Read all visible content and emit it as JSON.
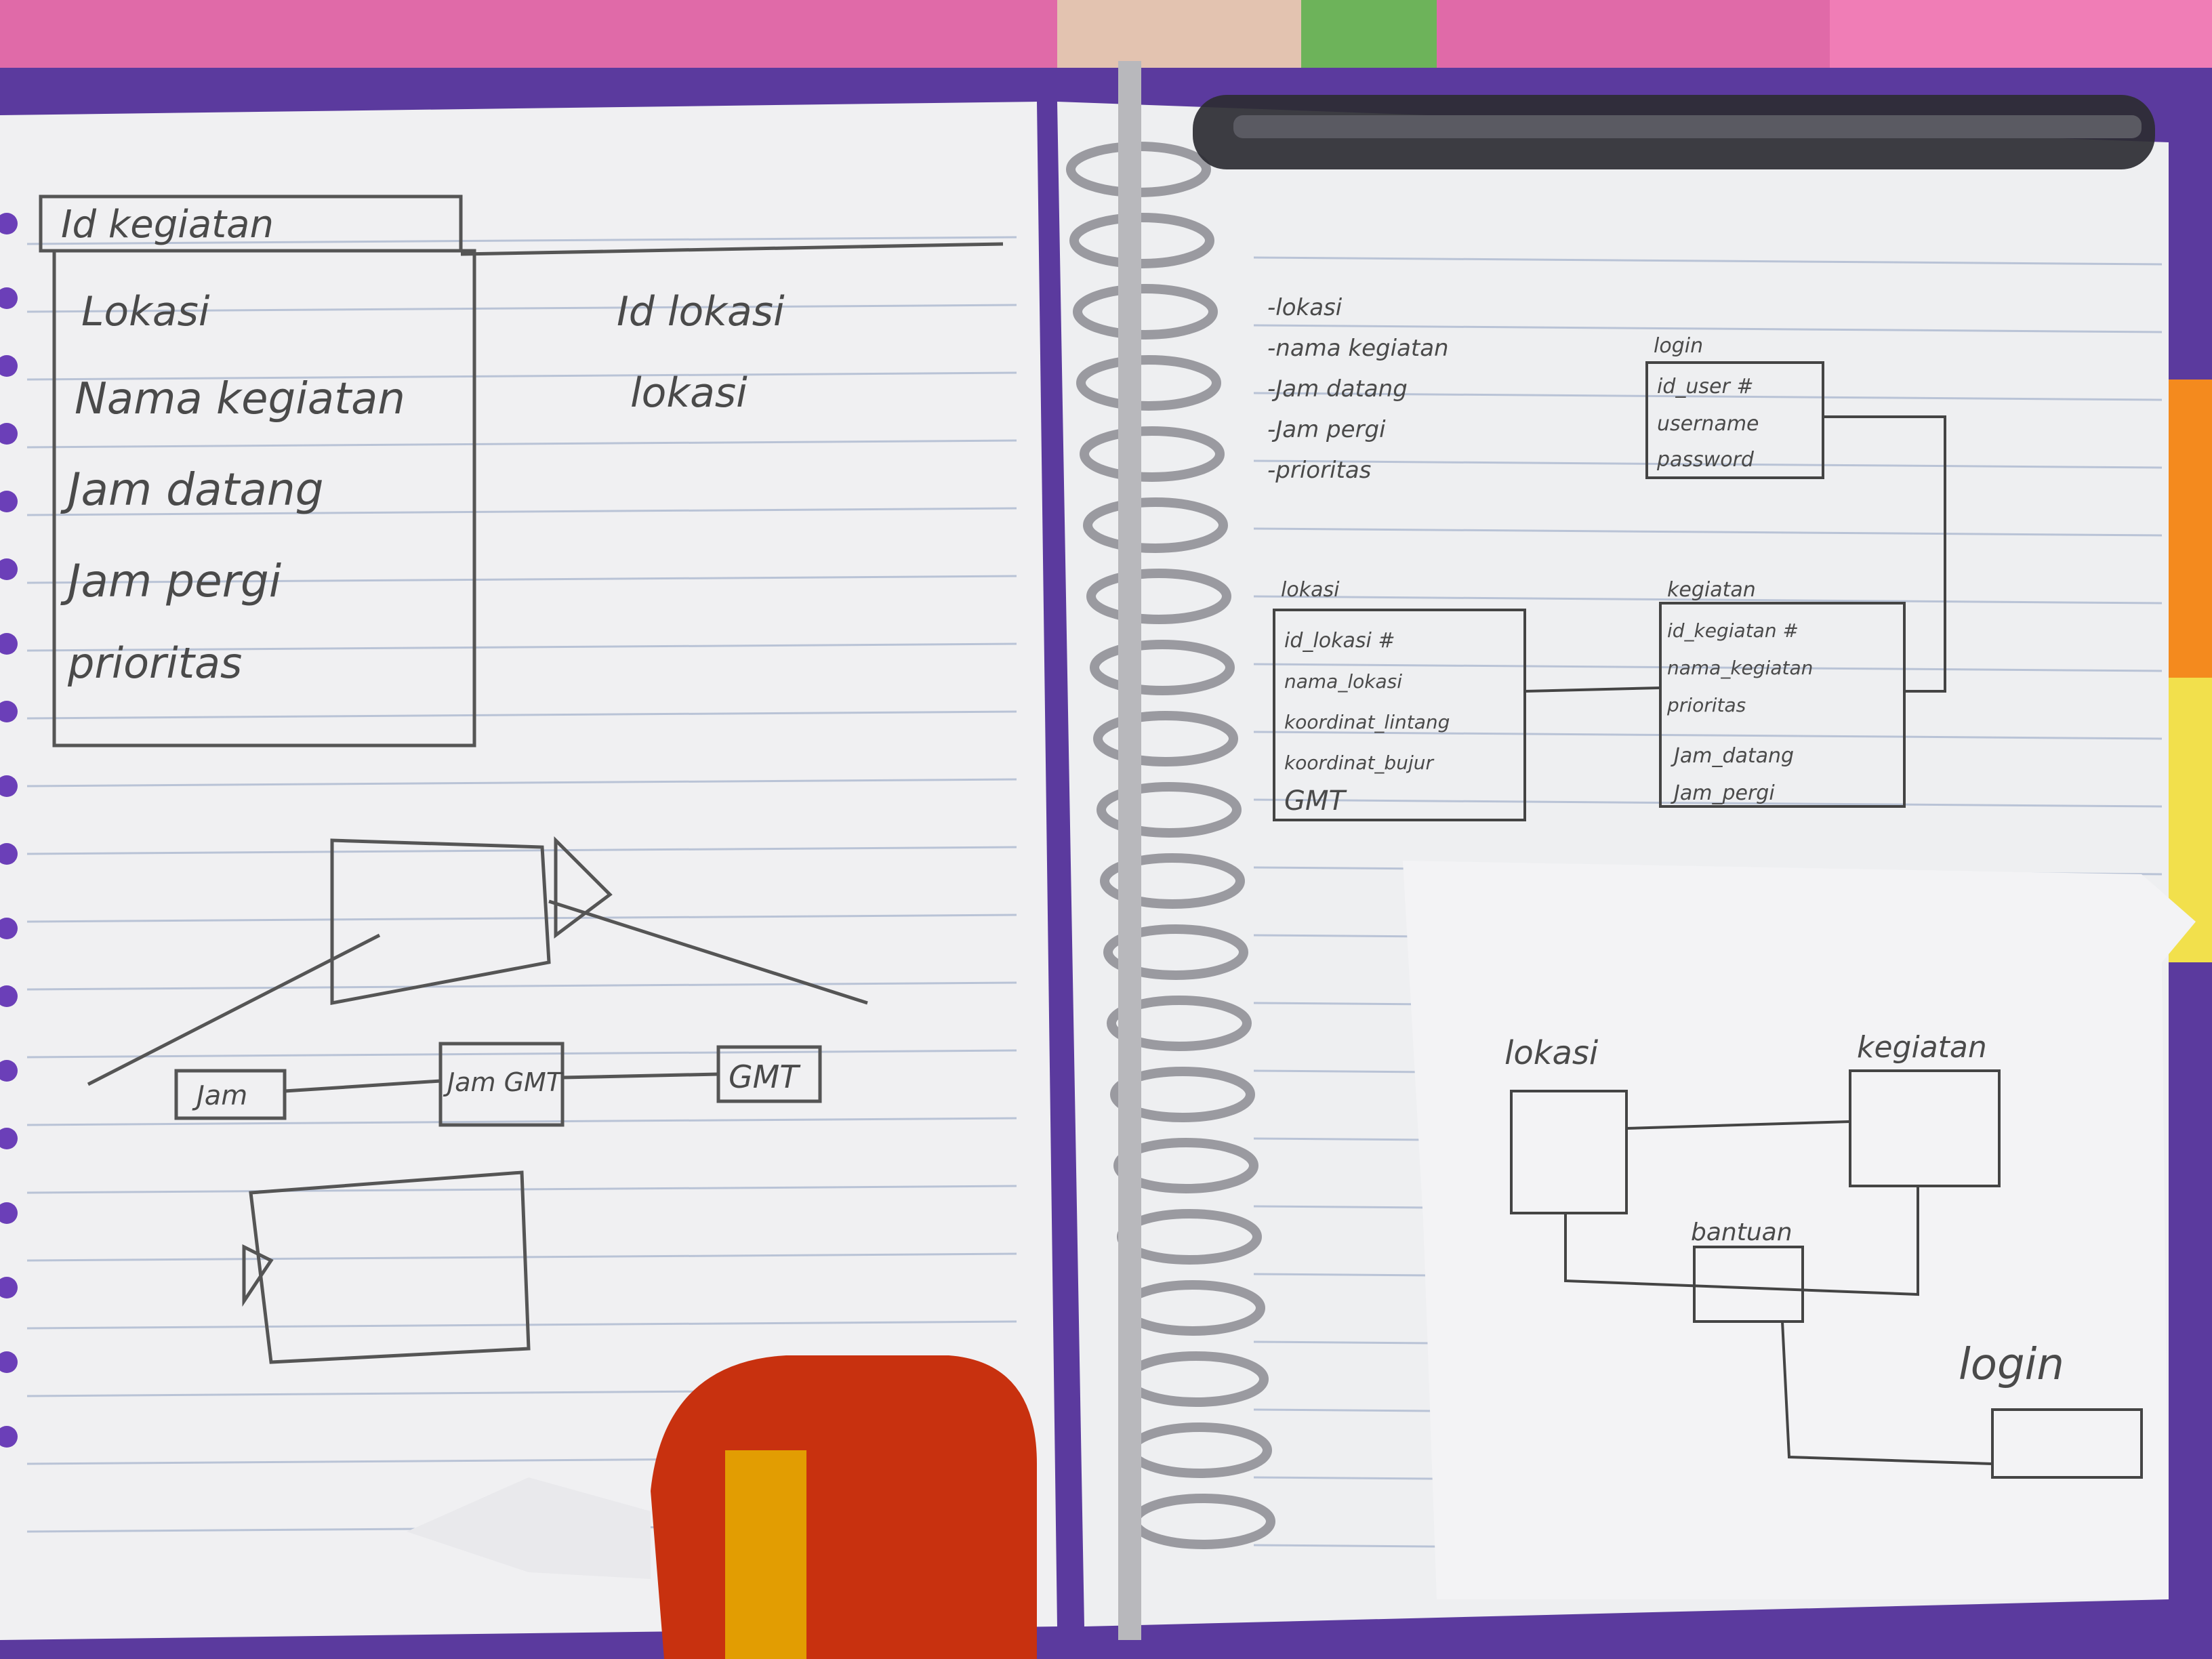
{
  "left_page": {
    "form": {
      "title": "Id kegiatan",
      "fields": [
        "Lokasi",
        "Nama kegiatan",
        "Jam datang",
        "Jam pergi",
        "prioritas"
      ]
    },
    "side_notes": [
      "Id lokasi",
      "lokasi"
    ],
    "diagram": {
      "boxes": [
        "Jam",
        "Jam GMT",
        "GMT"
      ]
    }
  },
  "right_page": {
    "list": [
      "-lokasi",
      "-nama kegiatan",
      "-Jam datang",
      "-Jam pergi",
      "-prioritas"
    ],
    "erd": {
      "login": {
        "title": "login",
        "fields": [
          "id_user #",
          "username",
          "password"
        ]
      },
      "lokasi": {
        "title": "lokasi",
        "fields": [
          "id_lokasi #",
          "nama_lokasi",
          "koordinat_lintang",
          "koordinat_bujur",
          "GMT"
        ]
      },
      "kegiatan": {
        "title": "kegiatan",
        "fields": [
          "id_kegiatan #",
          "nama_kegiatan",
          "prioritas",
          "Jam_datang",
          "Jam_pergi"
        ]
      }
    }
  },
  "sticky_note": {
    "labels": {
      "lokasi": "lokasi",
      "kegiatan": "kegiatan",
      "bantuan": "bantuan",
      "login": "login"
    }
  },
  "colors": {
    "cover": "#5b3a9e",
    "paper": "#f2f2f4",
    "correction_pen": "#c8310f"
  }
}
